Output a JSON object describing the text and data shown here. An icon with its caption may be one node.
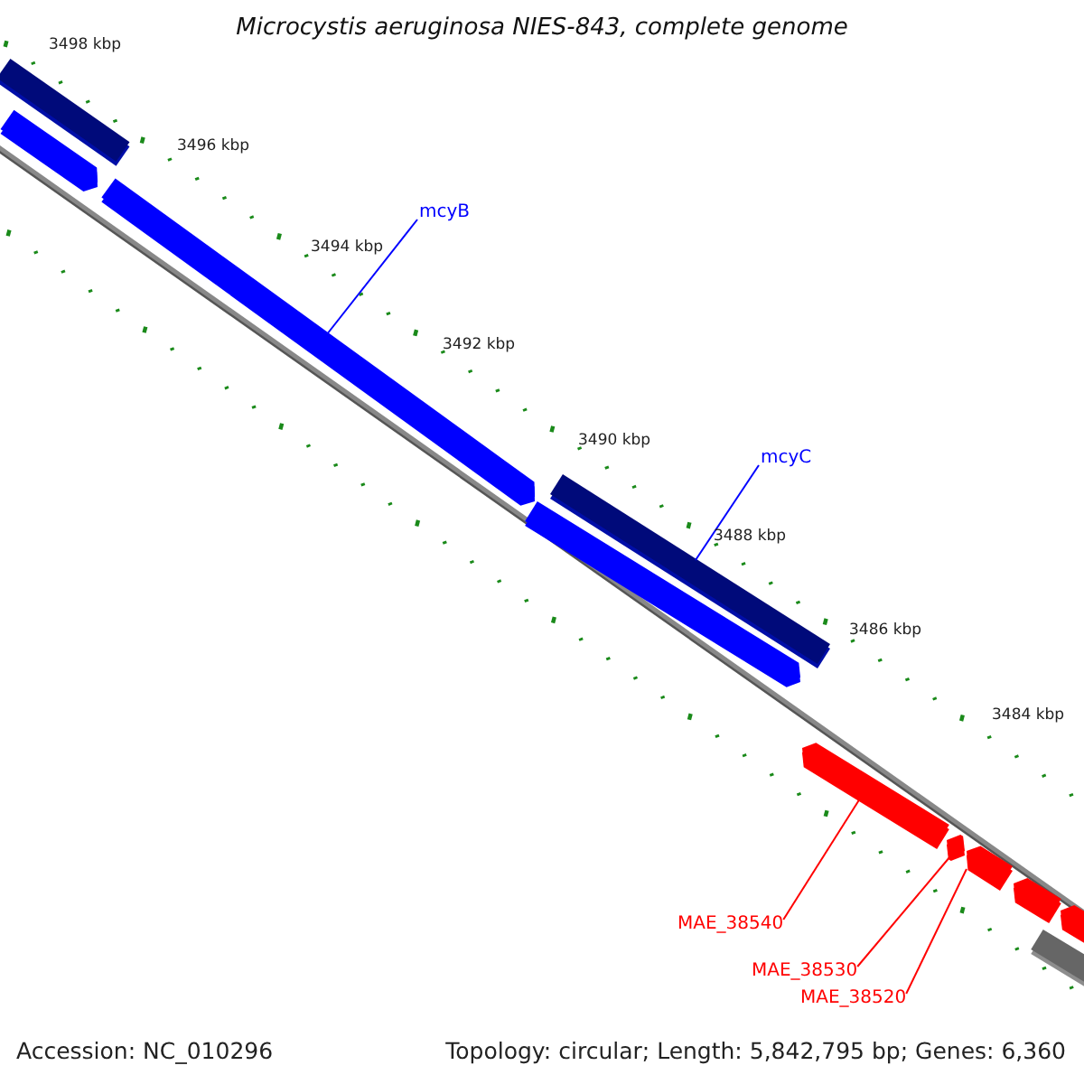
{
  "diagram": {
    "title": "Microcystis aeruginosa NIES-843, complete genome",
    "nodes": [
      {
        "text": [],
        "shape": "bar"
      },
      {
        "text": [],
        "shape": "bar"
      },
      {
        "text": [],
        "shape": "bar"
      },
      {
        "text": [],
        "shape": "bar"
      },
      {
        "text": [],
        "shape": "bar"
      },
      {
        "text": [],
        "shape": "bar"
      },
      {
        "text": [],
        "shape": "bar"
      },
      {
        "text": [],
        "shape": "bar"
      },
      {
        "text": [],
        "shape": "bar"
      },
      {
        "text": [],
        "shape": "bar"
      },
      {
        "text": [],
        "shape": "bar"
      },
      {
        "text": [
          "mcyB"
        ]
      },
      {
        "text": [
          "mcyC"
        ]
      },
      {
        "text": [
          "MAE_38540"
        ]
      },
      {
        "text": [
          "MAE_38530"
        ]
      },
      {
        "text": [
          "MAE_38520"
        ]
      }
    ],
    "edges": [
      {
        "from": 11,
        "to": 2,
        "arrow": "none",
        "color": "#0000ff"
      },
      {
        "from": 12,
        "to": 4,
        "arrow": "none",
        "color": "#0000ff"
      },
      {
        "from": 13,
        "to": 5,
        "arrow": "none",
        "color": "#ff0000"
      },
      {
        "from": 14,
        "to": 6,
        "arrow": "none",
        "color": "#ff0000"
      },
      {
        "from": 15,
        "to": 7,
        "arrow": "none",
        "color": "#ff0000"
      }
    ],
    "labels": [
      "3498 kbp",
      "3496 kbp",
      "3494 kbp",
      "3492 kbp",
      "3490 kbp",
      "3488 kbp",
      "3486 kbp",
      "3484 kbp",
      "Accession: NC_010296",
      "Topology: circular; Length: 5,842,795 bp; Genes: 6,360"
    ]
  }
}
